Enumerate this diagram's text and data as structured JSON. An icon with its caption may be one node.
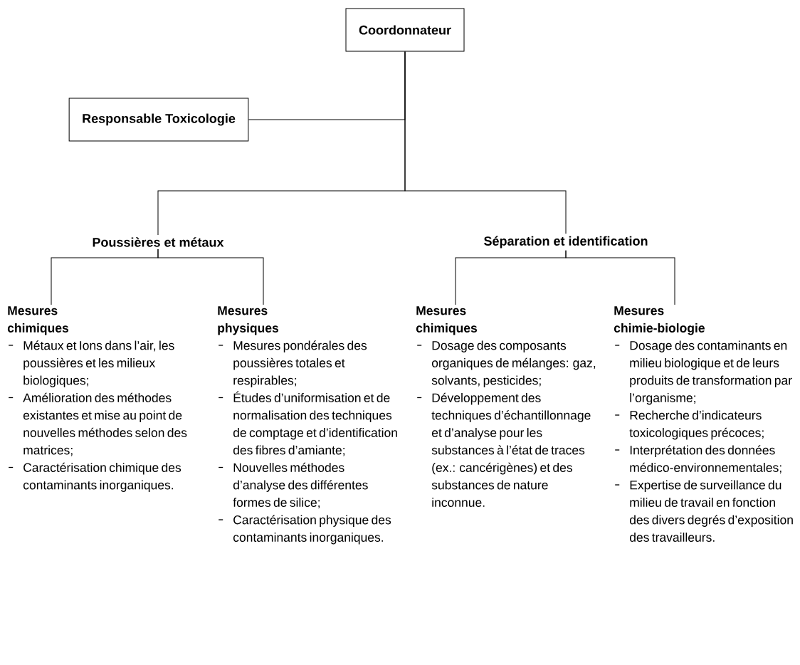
{
  "diagram": {
    "nodes": [
      {
        "text": [
          "Coordonnateur"
        ]
      },
      {
        "text": [
          "Responsable Toxicologie"
        ]
      },
      {
        "text": [
          "Poussières et métaux"
        ]
      },
      {
        "text": [
          "Séparation et identification"
        ]
      },
      {
        "text": [
          "Mesures chimiques",
          "Métaux et Ions dans l’air, les poussières et les milieux biologiques;",
          "Amélioration des méthodes existantes et mise au point de nouvelles méthodes selon des matrices;",
          "Caractérisation chimique des contaminants inorganiques."
        ]
      },
      {
        "text": [
          "Mesures physiques",
          "Mesures pondérales des poussières totales et respirables;",
          "Études d’uniformisation et de normalisation des techniques de comptage et d’identification des fibres d’amiante;",
          "Nouvelles méthodes d’analyse des différentes formes de silice;",
          "Caractérisation physique des contaminants inorganiques."
        ]
      },
      {
        "text": [
          "Mesures chimiques",
          "Dosage des composants organiques de mélanges: gaz, solvants, pesticides;",
          "Développement des techniques d’échantillonnage et d’analyse pour les substances à l’état de traces (ex.: cancérigènes) et des substances de nature inconnue."
        ]
      },
      {
        "text": [
          "Mesures chimie-biologie",
          "Dosage des contaminants en milieu biologique et de leurs produits de transformation par l’organisme;",
          "Recherche d’indicateurs toxicologiques précoces;",
          "Interprétation des données médico-environnementales;",
          "Expertise de surveillance du milieu de travail en fonction des divers degrés d’exposition des travailleurs."
        ]
      }
    ],
    "edges": [
      {
        "from": 0,
        "to": 1,
        "arrow": "none"
      },
      {
        "from": 0,
        "to": 2,
        "arrow": "none"
      },
      {
        "from": 0,
        "to": 3,
        "arrow": "none"
      },
      {
        "from": 2,
        "to": 4,
        "arrow": "none"
      },
      {
        "from": 2,
        "to": 5,
        "arrow": "none"
      },
      {
        "from": 3,
        "to": 6,
        "arrow": "none"
      },
      {
        "from": 3,
        "to": 7,
        "arrow": "none"
      }
    ]
  }
}
